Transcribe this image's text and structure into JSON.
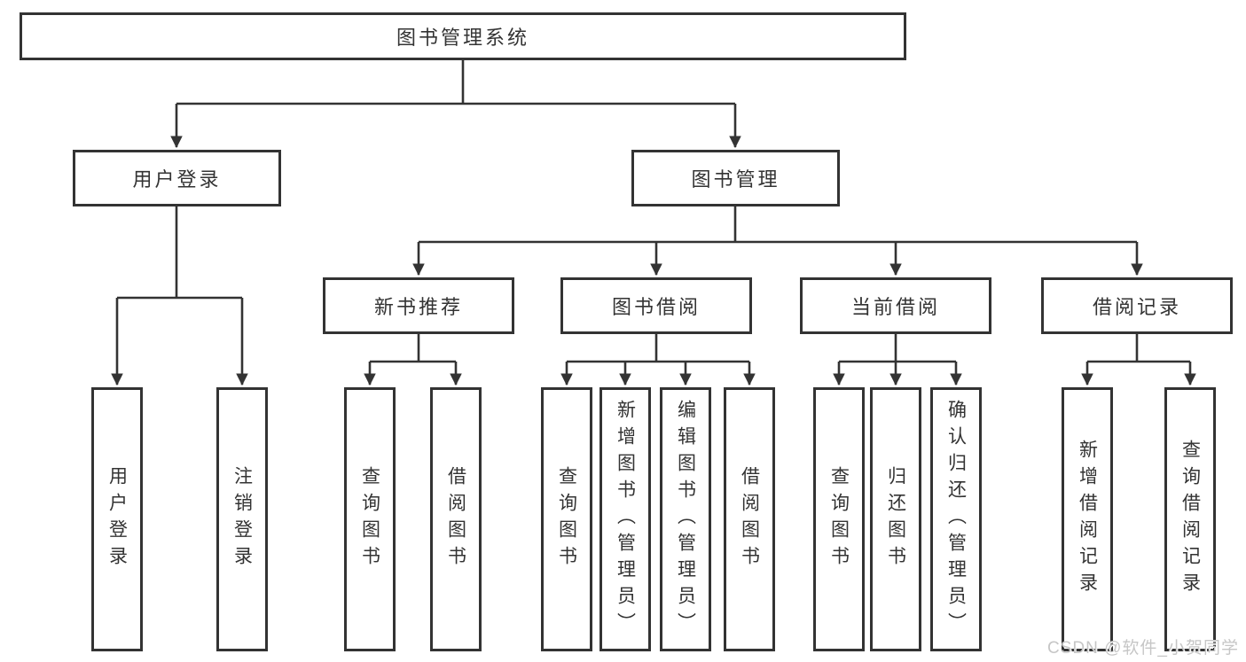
{
  "diagram": {
    "tree": {
      "root": {
        "label": "图书管理系统",
        "children": [
          {
            "label": "用户登录",
            "children": [
              {
                "label": "用户登录"
              },
              {
                "label": "注销登录"
              }
            ]
          },
          {
            "label": "图书管理",
            "children": [
              {
                "label": "新书推荐",
                "children": [
                  {
                    "label": "查询图书"
                  },
                  {
                    "label": "借阅图书"
                  }
                ]
              },
              {
                "label": "图书借阅",
                "children": [
                  {
                    "label": "查询图书"
                  },
                  {
                    "label": "新增图书（管理员）"
                  },
                  {
                    "label": "编辑图书（管理员）"
                  },
                  {
                    "label": "借阅图书"
                  }
                ]
              },
              {
                "label": "当前借阅",
                "children": [
                  {
                    "label": "查询图书"
                  },
                  {
                    "label": "归还图书"
                  },
                  {
                    "label": "确认归还（管理员）"
                  }
                ]
              },
              {
                "label": "借阅记录",
                "children": [
                  {
                    "label": "新增借阅记录"
                  },
                  {
                    "label": "查询借阅记录"
                  }
                ]
              }
            ]
          }
        ]
      }
    },
    "watermark": "CSDN @软件_小贺同学",
    "colors": {
      "line_and_border": "#333333",
      "text": "#333333",
      "background": "#ffffff",
      "watermark_text": "#c6c6c6"
    }
  }
}
